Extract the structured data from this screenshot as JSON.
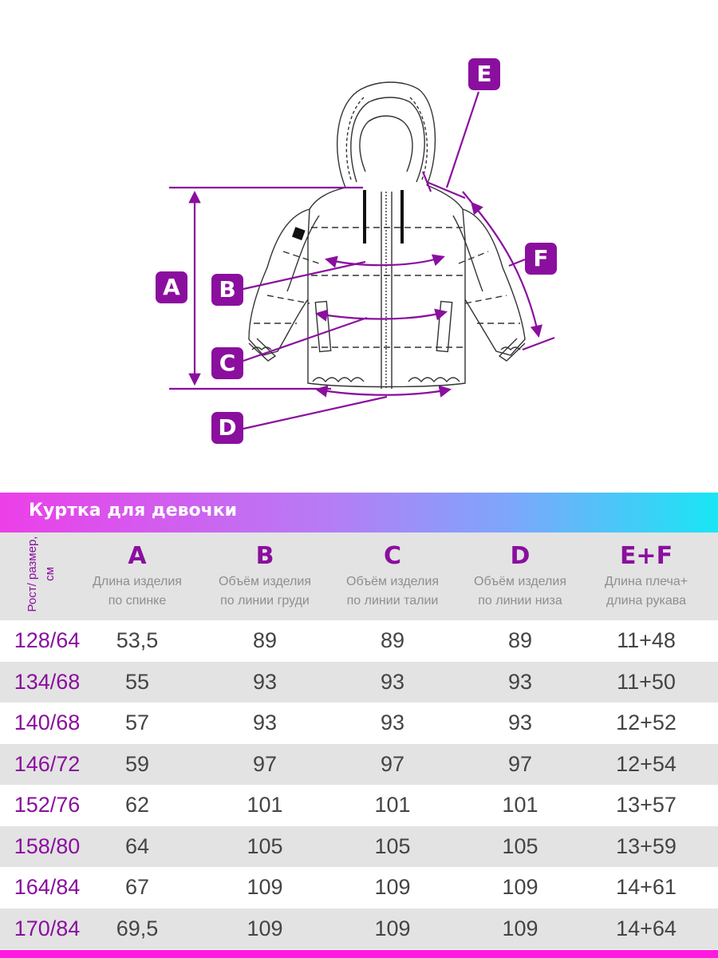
{
  "diagram": {
    "labels": [
      "A",
      "B",
      "C",
      "D",
      "E",
      "F"
    ],
    "colors": {
      "accent": "#8a0f9e",
      "line": "#333333"
    }
  },
  "table": {
    "title": "Куртка для девочки",
    "size_header": "Рост/ размер, см",
    "columns": [
      {
        "letter": "A",
        "desc1": "Длина изделия",
        "desc2": "по спинке"
      },
      {
        "letter": "B",
        "desc1": "Объём изделия",
        "desc2": "по линии груди"
      },
      {
        "letter": "C",
        "desc1": "Объём изделия",
        "desc2": "по линии талии"
      },
      {
        "letter": "D",
        "desc1": "Объём изделия",
        "desc2": "по линии низа"
      },
      {
        "letter": "E+F",
        "desc1": "Длина плеча+",
        "desc2": "длина рукава"
      }
    ],
    "rows": [
      {
        "size": "128/64",
        "a": "53,5",
        "b": "89",
        "c": "89",
        "d": "89",
        "ef": "11+48"
      },
      {
        "size": "134/68",
        "a": "55",
        "b": "93",
        "c": "93",
        "d": "93",
        "ef": "11+50"
      },
      {
        "size": "140/68",
        "a": "57",
        "b": "93",
        "c": "93",
        "d": "93",
        "ef": "12+52"
      },
      {
        "size": "146/72",
        "a": "59",
        "b": "97",
        "c": "97",
        "d": "97",
        "ef": "12+54"
      },
      {
        "size": "152/76",
        "a": "62",
        "b": "101",
        "c": "101",
        "d": "101",
        "ef": "13+57"
      },
      {
        "size": "158/80",
        "a": "64",
        "b": "105",
        "c": "105",
        "d": "105",
        "ef": "13+59"
      },
      {
        "size": "164/84",
        "a": "67",
        "b": "109",
        "c": "109",
        "d": "109",
        "ef": "14+61"
      },
      {
        "size": "170/84",
        "a": "69,5",
        "b": "109",
        "c": "109",
        "d": "109",
        "ef": "14+64"
      }
    ],
    "colors": {
      "gradient_start": "#ec3fe8",
      "gradient_end": "#19e6f4",
      "stripe": "#e3e3e3",
      "size_text": "#8a0f9e",
      "bottom_bar": "#ff19e0"
    }
  }
}
